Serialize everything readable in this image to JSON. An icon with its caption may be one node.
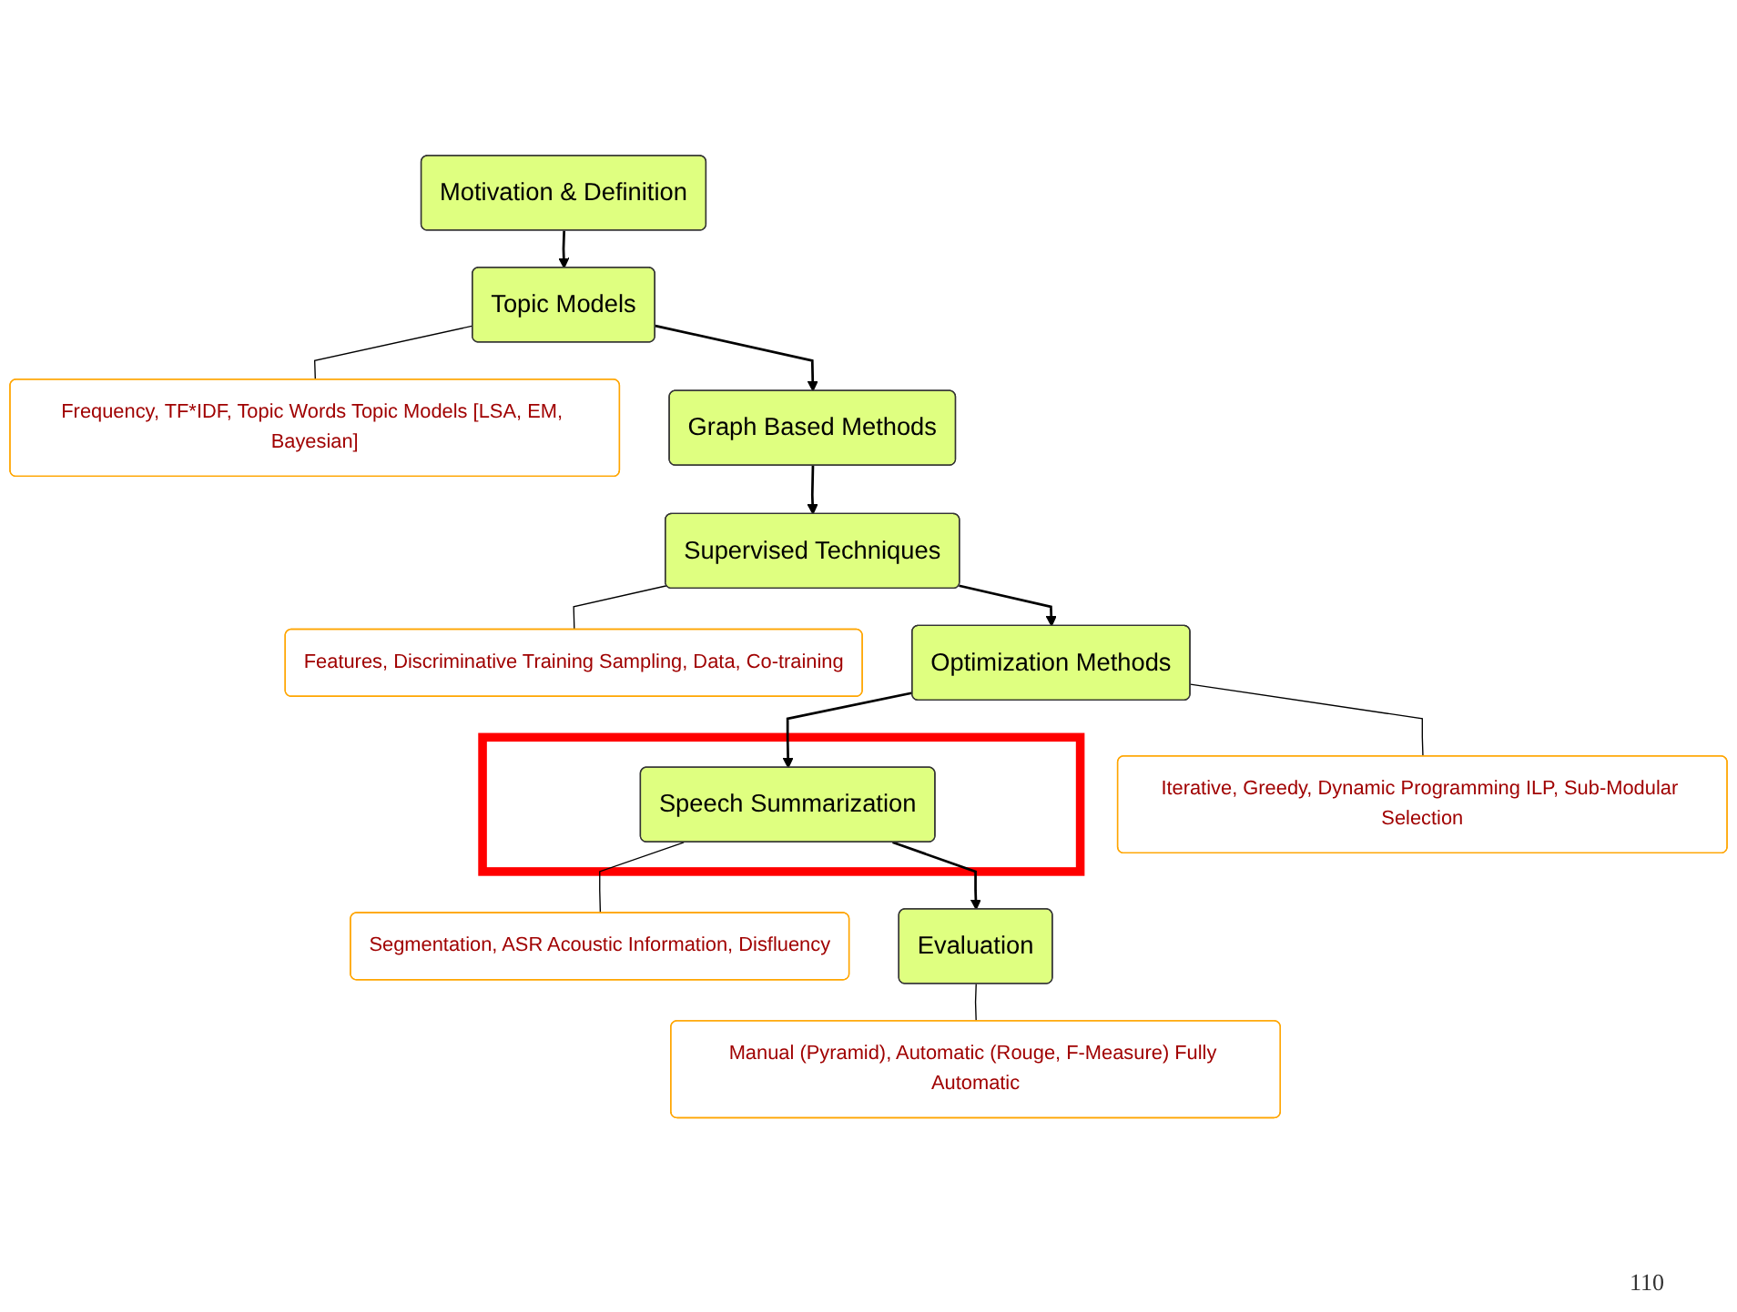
{
  "diagram": {
    "nodes": [
      {
        "text": [
          "Motivation & Definition"
        ]
      },
      {
        "text": [
          "Topic Models"
        ]
      },
      {
        "text": [
          "Frequency, TF*IDF, Topic Words Topic Models [LSA, EM, Bayesian]"
        ]
      },
      {
        "text": [
          "Graph Based Methods"
        ]
      },
      {
        "text": [
          "Supervised Techniques"
        ]
      },
      {
        "text": [
          "Features, Discriminative Training Sampling, Data, Co-training"
        ]
      },
      {
        "text": [
          "Optimization Methods"
        ]
      },
      {
        "text": [
          "Iterative, Greedy, Dynamic Programming ILP, Sub-Modular Selection"
        ]
      },
      {
        "text": [],
        "shape": "box"
      },
      {
        "text": [
          "Speech Summarization"
        ],
        "in": 8
      },
      {
        "text": [
          "Segmentation, ASR Acoustic Information, Disfluency"
        ]
      },
      {
        "text": [
          "Evaluation"
        ]
      },
      {
        "text": [
          "Manual (Pyramid), Automatic (Rouge, F-Measure) Fully Automatic"
        ]
      }
    ],
    "edges": [
      {
        "from": 0,
        "to": 1,
        "arrow": "to"
      },
      {
        "from": 1,
        "to": 2,
        "arrow": "none"
      },
      {
        "from": 1,
        "to": 3,
        "arrow": "to"
      },
      {
        "from": 3,
        "to": 4,
        "arrow": "to"
      },
      {
        "from": 4,
        "to": 5,
        "arrow": "none"
      },
      {
        "from": 4,
        "to": 6,
        "arrow": "to"
      },
      {
        "from": 6,
        "to": 7,
        "arrow": "none"
      },
      {
        "from": 6,
        "to": 9,
        "arrow": "to"
      },
      {
        "from": 9,
        "to": 10,
        "arrow": "none"
      },
      {
        "from": 9,
        "to": 11,
        "arrow": "to"
      },
      {
        "from": 11,
        "to": 12,
        "arrow": "none"
      }
    ],
    "labels": [
      "110"
    ]
  }
}
